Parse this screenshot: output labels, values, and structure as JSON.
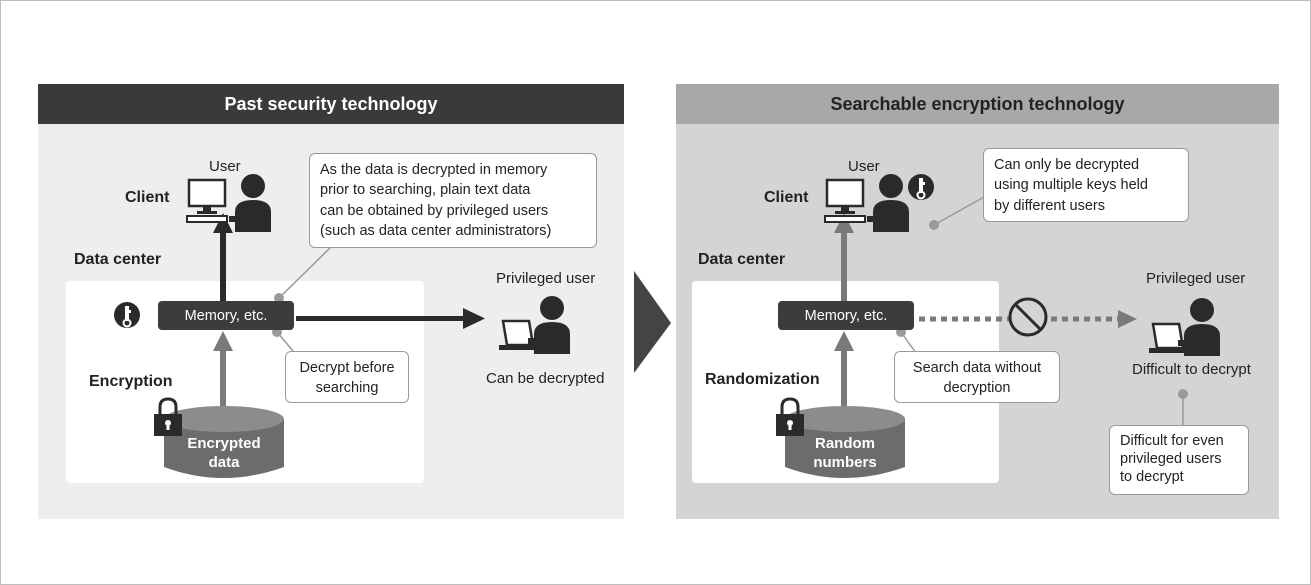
{
  "left_panel": {
    "header": "Past security technology",
    "user_label": "User",
    "client_label": "Client",
    "datacenter_label": "Data center",
    "memory_label": "Memory, etc.",
    "encryption_label": "Encryption",
    "db_label_line1": "Encrypted",
    "db_label_line2": "data",
    "privileged_user_label": "Privileged user",
    "privileged_result": "Can be decrypted",
    "callout_main": [
      "As the data is decrypted in memory",
      "prior to searching, plain text data",
      "can be obtained by privileged users",
      "(such as data center administrators)"
    ],
    "callout_decrypt": [
      "Decrypt before",
      "searching"
    ]
  },
  "right_panel": {
    "header": "Searchable encryption technology",
    "user_label": "User",
    "client_label": "Client",
    "datacenter_label": "Data center",
    "memory_label": "Memory, etc.",
    "randomization_label": "Randomization",
    "db_label_line1": "Random",
    "db_label_line2": "numbers",
    "privileged_user_label": "Privileged user",
    "privileged_result": "Difficult to decrypt",
    "callout_keys": [
      "Can only be decrypted",
      "using multiple keys held",
      "by different users"
    ],
    "callout_search": [
      "Search data without",
      "decryption"
    ],
    "callout_difficult": [
      "Difficult for even",
      "privileged users",
      "to decrypt"
    ]
  },
  "colors": {
    "left_header_bg": "#3a3a3a",
    "right_header_bg": "#a8a8a8",
    "left_body_bg": "#eeeeee",
    "right_body_bg": "#d4d4d4",
    "dark": "#3c3c3c",
    "arrow_gray": "#7a7a7a"
  },
  "icons": [
    "computer-icon",
    "user-icon",
    "key-icon",
    "laptop-icon",
    "padlock-icon",
    "database-icon",
    "prohibited-icon",
    "right-chevron-icon"
  ]
}
